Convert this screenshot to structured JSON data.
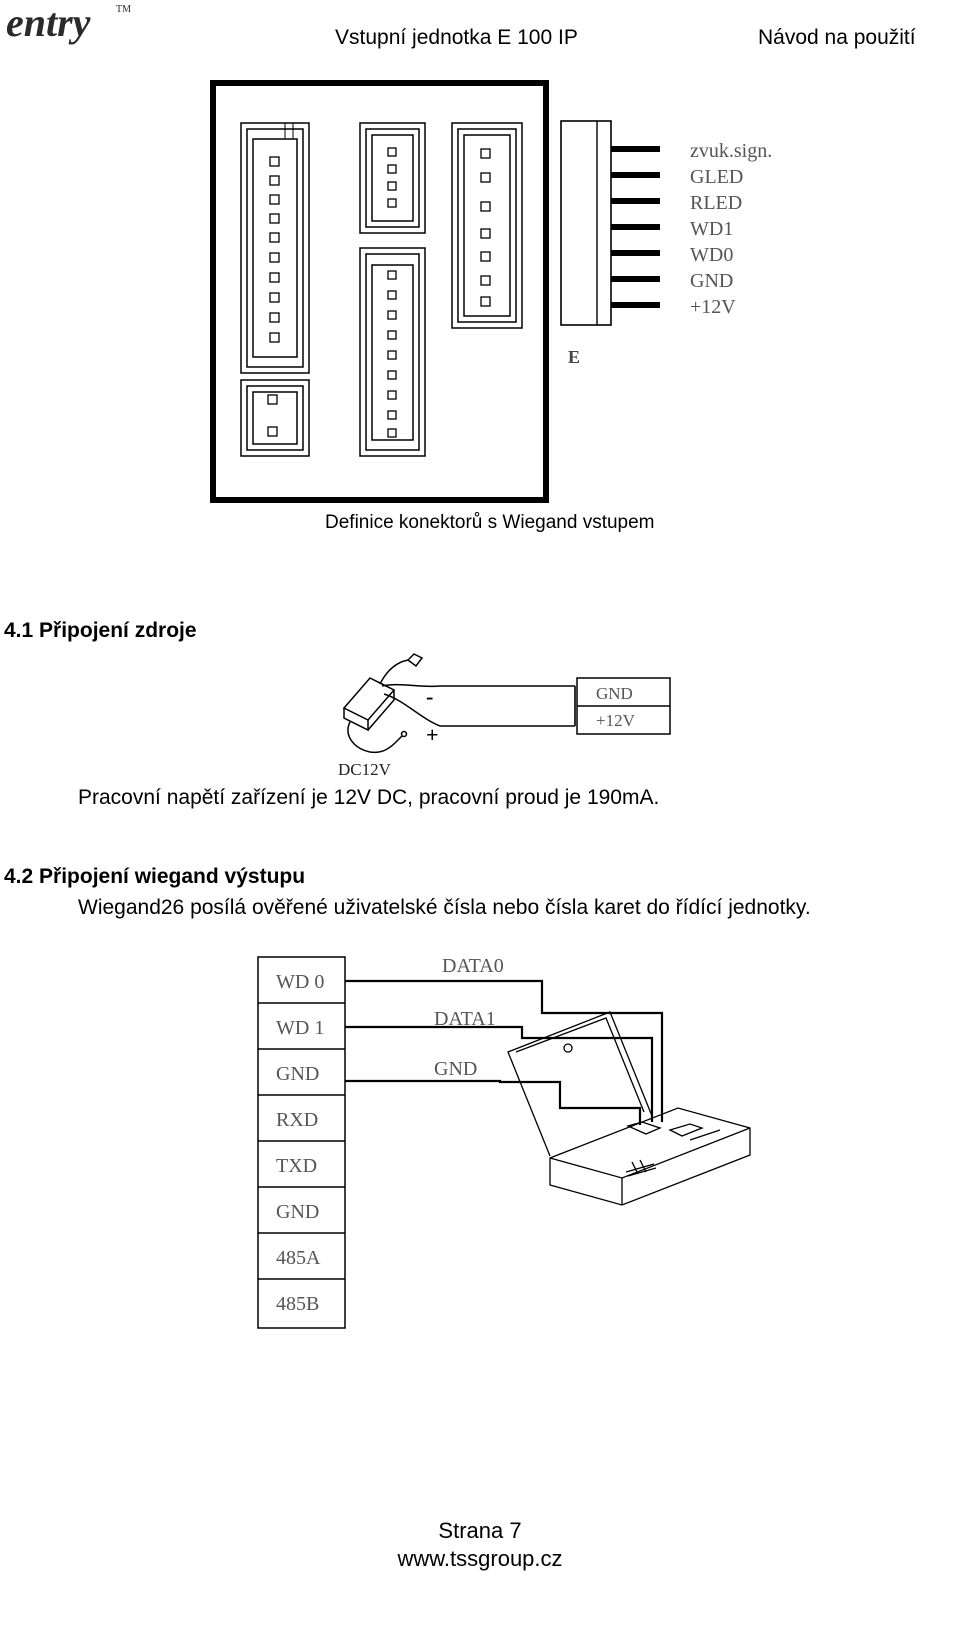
{
  "header": {
    "logo_text": "entry",
    "logo_tm": "TM",
    "title": "Vstupní jednotka E 100 IP",
    "right": "Návod na použití"
  },
  "connector_figure": {
    "block_label": "E",
    "pins": [
      "zvuk.sign.",
      "GLED",
      "RLED",
      "WD1",
      "WD0",
      "GND",
      "+12V"
    ],
    "caption": "Definice konektorů s Wiegand vstupem"
  },
  "section_power": {
    "heading": "4.1 Připojení zdroje",
    "minus": "-",
    "plus": "+",
    "terminals": [
      "GND",
      "+12V"
    ],
    "adapter_label": "DC12V",
    "text": "Pracovní napětí zařízení je 12V DC, pracovní proud je 190mA."
  },
  "section_wiegand": {
    "heading": "4.2 Připojení wiegand výstupu",
    "text": "Wiegand26 posílá ověřené uživatelské čísla nebo čísla karet do řídící jednotky.",
    "terminals": [
      "WD 0",
      "WD 1",
      "GND",
      "RXD",
      "TXD",
      "GND",
      "485A",
      "485B"
    ],
    "wire_labels": [
      "DATA0",
      "DATA1",
      "GND"
    ]
  },
  "footer": {
    "page": "Strana 7",
    "url": "www.tssgroup.cz"
  }
}
